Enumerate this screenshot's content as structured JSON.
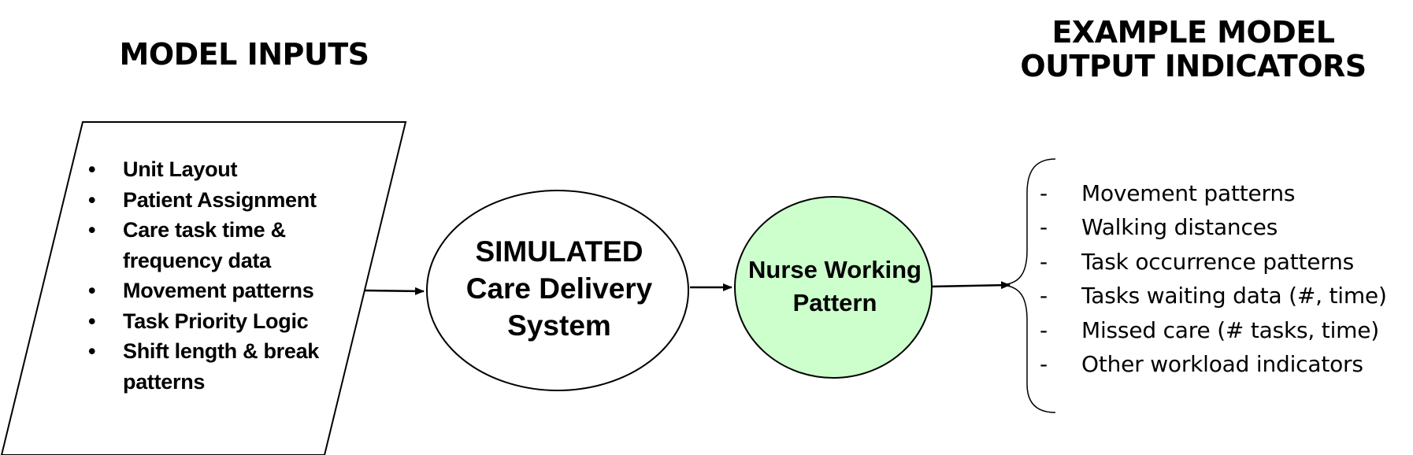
{
  "headings": {
    "model_inputs": "MODEL INPUTS",
    "output_indicators": "EXAMPLE MODEL OUTPUT INDICATORS"
  },
  "model_inputs": [
    "Unit Layout",
    "Patient Assignment",
    "Care task time & frequency data",
    "Movement patterns",
    "Task Priority Logic",
    "Shift length & break patterns"
  ],
  "simulated_system": {
    "line1": "SIMULATED",
    "line2": "Care Delivery",
    "line3": "System"
  },
  "nurse_pattern": {
    "line1": "Nurse Working",
    "line2": "Pattern",
    "fill_color": "#ccffcc"
  },
  "output_indicators": [
    "Movement patterns",
    "Walking distances",
    "Task occurrence patterns",
    "Tasks waiting data (#, time)",
    "Missed care (# tasks, time)",
    "Other workload indicators"
  ]
}
